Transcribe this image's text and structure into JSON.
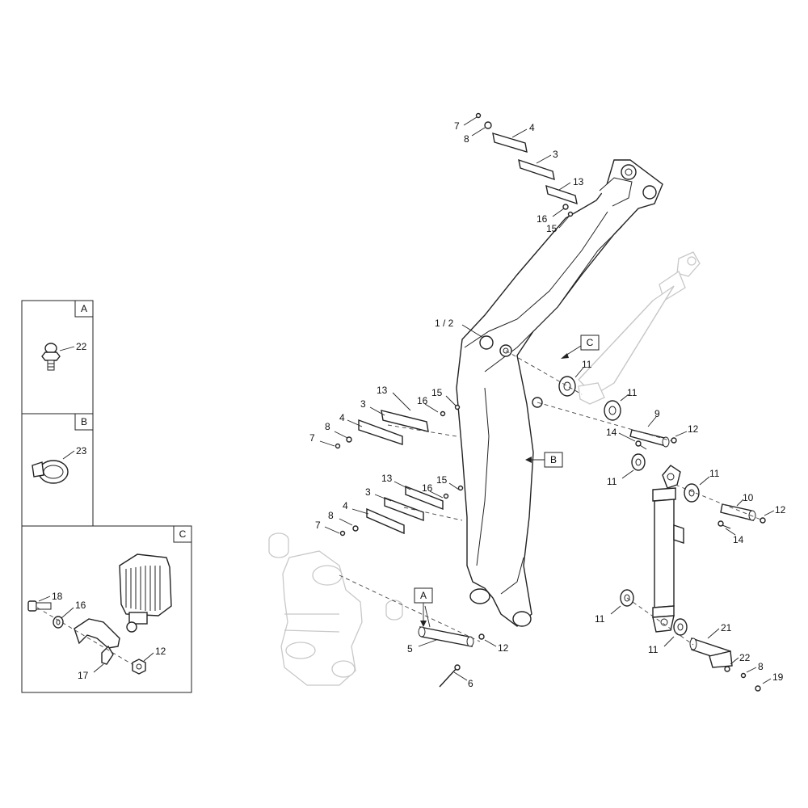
{
  "inset_panels": [
    {
      "key": "A",
      "label": "A",
      "callouts": [
        "22"
      ]
    },
    {
      "key": "B",
      "label": "B",
      "callouts": [
        "23"
      ]
    },
    {
      "key": "C",
      "label": "C",
      "callouts": [
        "18",
        "16",
        "12",
        "17"
      ]
    }
  ],
  "callouts": {
    "c7_top": "7",
    "c8_top": "8",
    "c4_top": "4",
    "c3_top": "3",
    "c13_top": "13",
    "c16_top": "16",
    "c15_top": "15",
    "c1_2": "1 / 2",
    "c13_m1": "13",
    "c16_m1": "16",
    "c15_m1": "15",
    "c3_m1": "3",
    "c4_m1": "4",
    "c8_m1": "8",
    "c7_m1": "7",
    "c13_m2": "13",
    "c16_m2": "16",
    "c15_m2": "15",
    "c3_m2": "3",
    "c4_m2": "4",
    "c8_m2": "8",
    "c7_m2": "7",
    "c11_a": "11",
    "c11_b": "11",
    "c9": "9",
    "c12_a": "12",
    "c14_a": "14",
    "c11_c": "11",
    "c11_d": "11",
    "c10": "10",
    "c12_b": "12",
    "c14_b": "14",
    "c11_e": "11",
    "c11_f": "11",
    "c21": "21",
    "c22_main": "22",
    "c8_b": "8",
    "c19": "19",
    "c5": "5",
    "c12_c": "12",
    "c6": "6",
    "c22_inset": "22",
    "c23_inset": "23",
    "c18_inset": "18",
    "c16_inset": "16",
    "c12_inset": "12",
    "c17_inset": "17"
  },
  "reference_flags": {
    "flag_C": "C",
    "flag_B": "B",
    "flag_A": "A"
  }
}
